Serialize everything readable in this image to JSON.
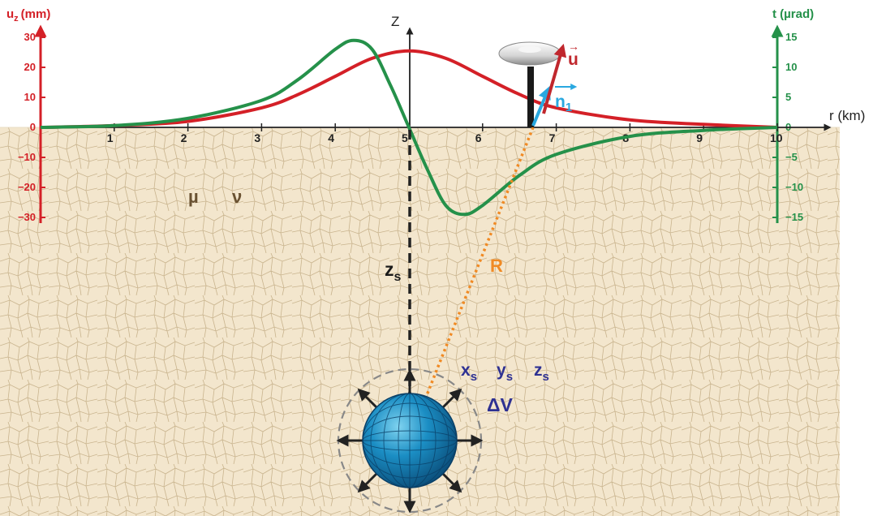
{
  "left_axis": {
    "symbol": "u",
    "subscript": "z",
    "unit": "(mm)",
    "ticks": [
      "30",
      "20",
      "10",
      "0",
      "−10",
      "−20",
      "−30"
    ]
  },
  "right_axis": {
    "label": "t (µrad)",
    "ticks": [
      "15",
      "10",
      "5",
      "0",
      "−5",
      "−10",
      "−15"
    ]
  },
  "x_axis": {
    "label": "r (km)",
    "ticks": [
      "1",
      "2",
      "3",
      "4",
      "5",
      "6",
      "7",
      "8",
      "9",
      "10"
    ]
  },
  "z_axis_label": "Z",
  "labels": {
    "mu": "µ",
    "nu": "ν",
    "zs_main": "z",
    "zs_sub": "s",
    "R": "R",
    "u_vec": "u",
    "n1_main": "n",
    "n1_sub": "1",
    "xs_main": "x",
    "xs_sub": "s",
    "ys_main": "y",
    "ys_sub": "s",
    "zs2_main": "z",
    "zs2_sub": "s",
    "dv": "ΔV"
  },
  "chart_data": {
    "type": "line",
    "x_unit": "r (km)",
    "xlim": [
      0,
      10
    ],
    "series": [
      {
        "axis": "left",
        "color": "#d42027",
        "x": [
          0,
          1,
          2,
          3,
          3.5,
          4,
          4.5,
          5,
          5.5,
          6,
          6.5,
          7,
          8,
          9,
          10
        ],
        "y": [
          0,
          0.6,
          2,
          6.5,
          11,
          17,
          23,
          25.5,
          23,
          17,
          11,
          6.5,
          2.5,
          1,
          0
        ]
      },
      {
        "axis": "right",
        "color": "#25914a",
        "x": [
          0,
          1,
          2,
          3,
          3.5,
          4,
          4.25,
          4.5,
          4.75,
          5,
          5.25,
          5.5,
          5.75,
          6,
          6.5,
          7,
          8,
          9,
          10
        ],
        "y": [
          0,
          0.3,
          1.5,
          4.5,
          8,
          13,
          14.5,
          13,
          7,
          0,
          -7,
          -13,
          -14.5,
          -13,
          -8,
          -4.5,
          -1.5,
          -0.5,
          0
        ]
      }
    ],
    "ylim_left": [
      -30,
      30
    ],
    "ylim_right": [
      -15,
      15
    ],
    "colors": {
      "uz": "#d42027",
      "tilt": "#25914a",
      "R": "#f08a24",
      "n1": "#29a8e0",
      "u": "#c0272d",
      "labels": "#2e3192"
    }
  }
}
